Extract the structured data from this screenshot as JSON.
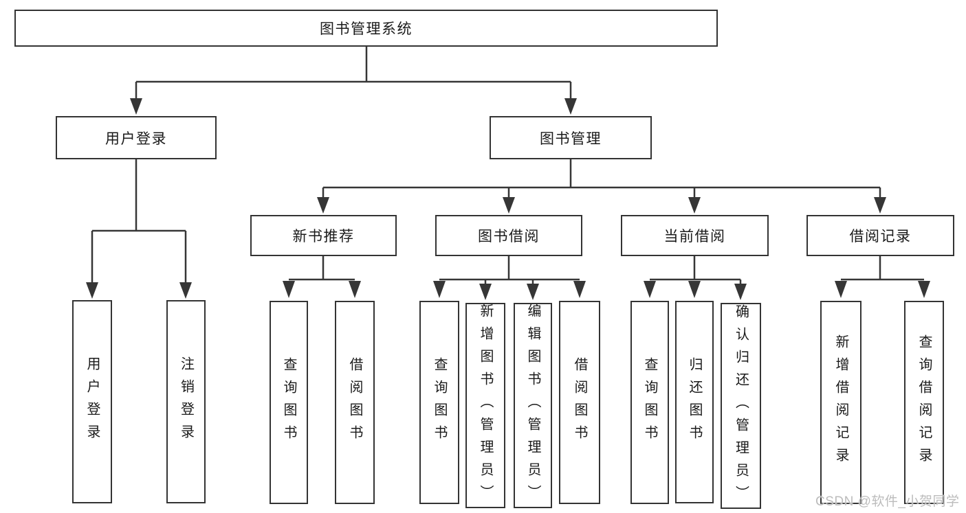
{
  "tree": {
    "label": "图书管理系统",
    "children": [
      {
        "label": "用户登录",
        "children": [
          {
            "label": "用户登录"
          },
          {
            "label": "注销登录"
          }
        ]
      },
      {
        "label": "图书管理",
        "children": [
          {
            "label": "新书推荐",
            "children": [
              {
                "label": "查询图书"
              },
              {
                "label": "借阅图书"
              }
            ]
          },
          {
            "label": "图书借阅",
            "children": [
              {
                "label": "查询图书"
              },
              {
                "label": "新增图书（管理员）"
              },
              {
                "label": "编辑图书（管理员）"
              },
              {
                "label": "借阅图书"
              }
            ]
          },
          {
            "label": "当前借阅",
            "children": [
              {
                "label": "查询图书"
              },
              {
                "label": "归还图书"
              },
              {
                "label": "确认归还（管理员）"
              }
            ]
          },
          {
            "label": "借阅记录",
            "children": [
              {
                "label": "新增借阅记录"
              },
              {
                "label": "查询借阅记录"
              }
            ]
          }
        ]
      }
    ]
  },
  "watermark": "CSDN @软件_小贺同学",
  "colors": {
    "line": "#363636",
    "box_border": "#333333",
    "text": "#1a1a1a",
    "background": "#ffffff",
    "watermark": "#bcbcbc"
  }
}
